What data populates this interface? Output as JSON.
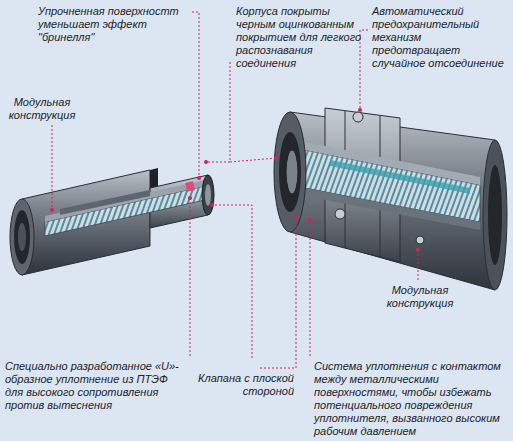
{
  "diagram": {
    "labels": [
      "Упрочненная поверхностт уменьшает эффект \"бринелля\"",
      "Корпуса покрыты черным оцинкованным покрытием для легкого распознавания соединения",
      "Автоматический предохранительный механизм предотвращает случайное отсоединение",
      "Модульная конструкция",
      "Модульная конструкция",
      "Специально разработанное «U»-образное уплотнение из ПТЭФ для высокого сопротивления против вытеснения",
      "Клапана с плоской стороной",
      "Система уплотнения с контактом между металлическими поверхностями, чтобы избежать потенциального повреждения уплотнителя, вызванного высоким рабочим давлением"
    ]
  }
}
